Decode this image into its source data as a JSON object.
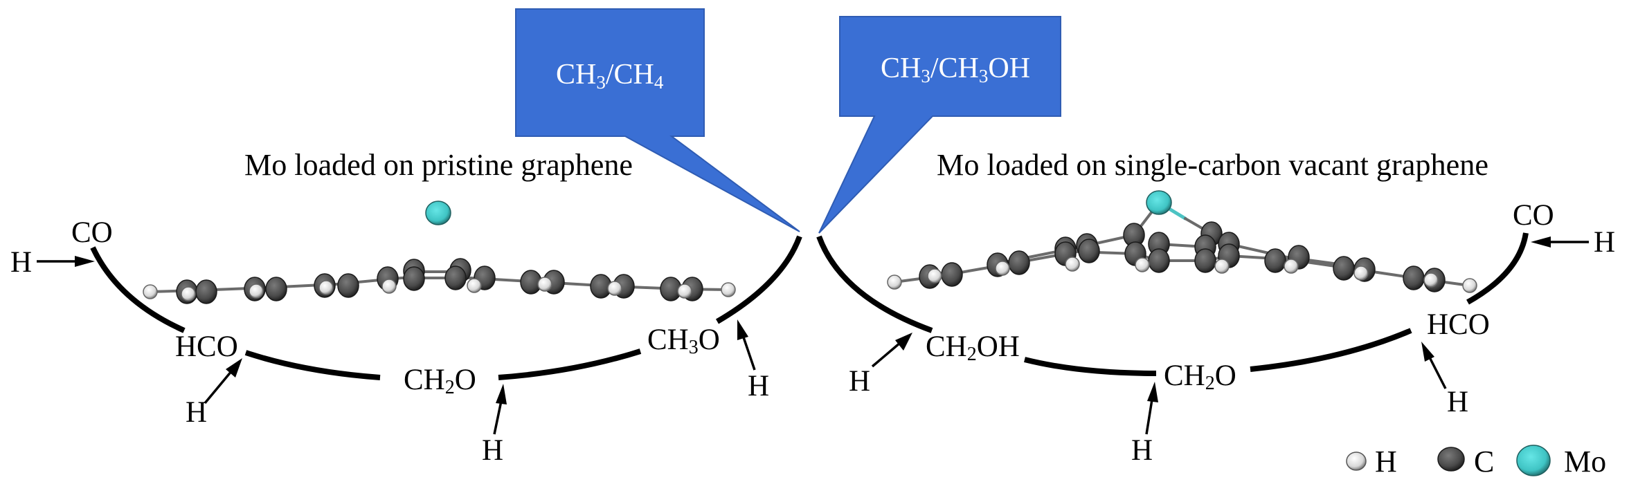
{
  "colors": {
    "callout_fill": "#3a6fd4",
    "callout_stroke": "#2f5cb3",
    "carbon": "#4a4a4a",
    "hydrogen": "#e6e6e6",
    "molybdenum": "#45d0d0",
    "arc": "#000000"
  },
  "callouts": {
    "left": {
      "main": "CH",
      "sub1": "3",
      "mid": "/CH",
      "sub2": "4",
      "tail": ""
    },
    "right": {
      "main": "CH",
      "sub1": "3",
      "mid": "/CH",
      "sub2": "3",
      "tail": "OH"
    }
  },
  "panels": {
    "left": {
      "title": "Mo loaded on pristine graphene",
      "structure": "pristine-graphene-with-Mo-adatom",
      "species": {
        "co": "CO",
        "hco": "HCO",
        "ch2o": {
          "a": "CH",
          "sub": "2",
          "b": "O"
        },
        "ch3o": {
          "a": "CH",
          "sub": "3",
          "b": "O"
        }
      },
      "hydrogen_inputs": [
        "H",
        "H",
        "H",
        "H"
      ]
    },
    "right": {
      "title": "Mo loaded on single-carbon vacant graphene",
      "structure": "vacant-graphene-with-Mo",
      "species": {
        "co": "CO",
        "hco": "HCO",
        "ch2o": {
          "a": "CH",
          "sub": "2",
          "b": "O"
        },
        "ch2oh": {
          "a": "CH",
          "sub": "2",
          "b": "OH"
        }
      },
      "hydrogen_inputs": [
        "H",
        "H",
        "H",
        "H"
      ]
    }
  },
  "legend": {
    "items": [
      {
        "label": "H",
        "element": "hydrogen"
      },
      {
        "label": "C",
        "element": "carbon"
      },
      {
        "label": "Mo",
        "element": "molybdenum"
      }
    ]
  }
}
